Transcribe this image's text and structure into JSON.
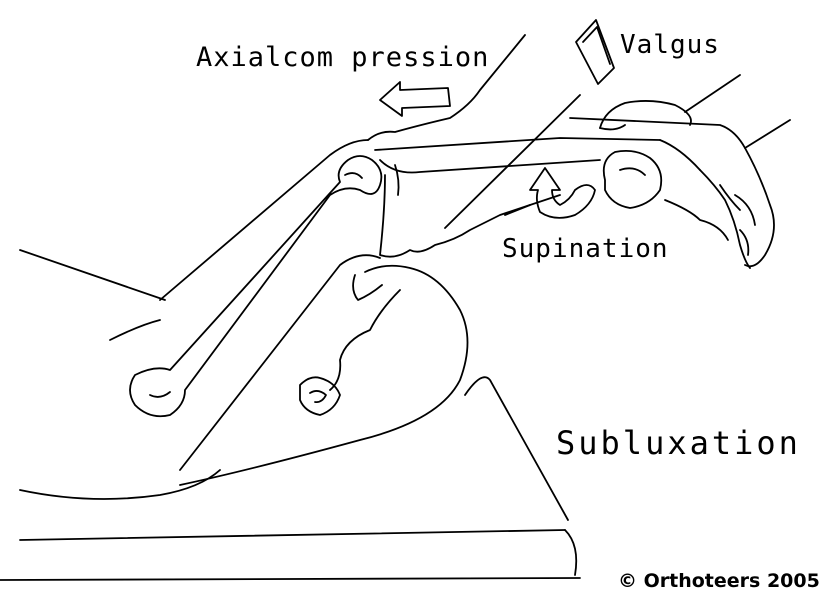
{
  "labels": {
    "axial_compression": "Axialcom pression",
    "valgus": "Valgus",
    "supination": "Supination",
    "subluxation": "Subluxation",
    "copyright": "© Orthoteers 2005"
  },
  "colors": {
    "stroke": "#000000",
    "background": "#ffffff"
  },
  "icons": {
    "axial_arrow": "left-arrow-icon",
    "valgus_marker": "rhombus-icon",
    "supination_arrow": "curved-up-arrow-icon"
  }
}
